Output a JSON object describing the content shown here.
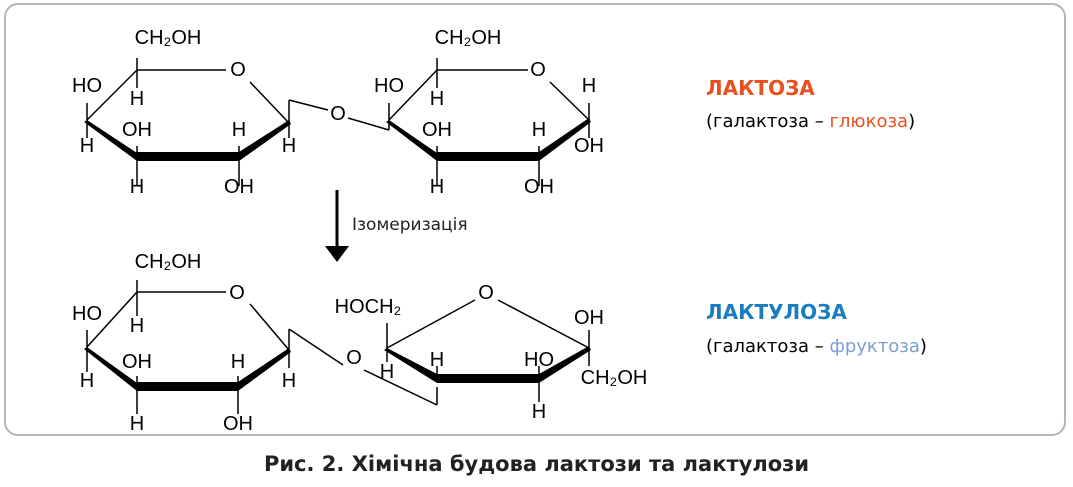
{
  "colors": {
    "lactose": "#e8501e",
    "glucose": "#e8501e",
    "lactulose": "#1b7cc0",
    "fructose": "#7c9fd3",
    "frame": "#b5b5b5"
  },
  "top_labels": [
    "CH₂OH",
    "HO",
    "H",
    "H",
    "OH",
    "H",
    "H",
    "OH",
    "H",
    "O",
    "O",
    "CH₂OH",
    "HO",
    "H",
    "OH",
    "H",
    "H",
    "OH",
    "H",
    "OH",
    "O"
  ],
  "bottom_labels": [
    "CH₂OH",
    "HO",
    "H",
    "H",
    "OH",
    "H",
    "H",
    "OH",
    "H",
    "O",
    "O",
    "HOCH₂",
    "H",
    "H",
    "O",
    "HO",
    "H",
    "OH",
    "CH₂OH"
  ],
  "arrow_label": "Ізомеризація",
  "lactose": {
    "name": "ЛАКТОЗА",
    "open": "(галактоза – ",
    "part": "глюкоза",
    "close": ")"
  },
  "lactulose": {
    "name": "ЛАКТУЛОЗА",
    "open": "(галактоза – ",
    "part": "фруктоза",
    "close": ")"
  },
  "caption": "Рис. 2. Хімічна будова лактози та лактулози"
}
